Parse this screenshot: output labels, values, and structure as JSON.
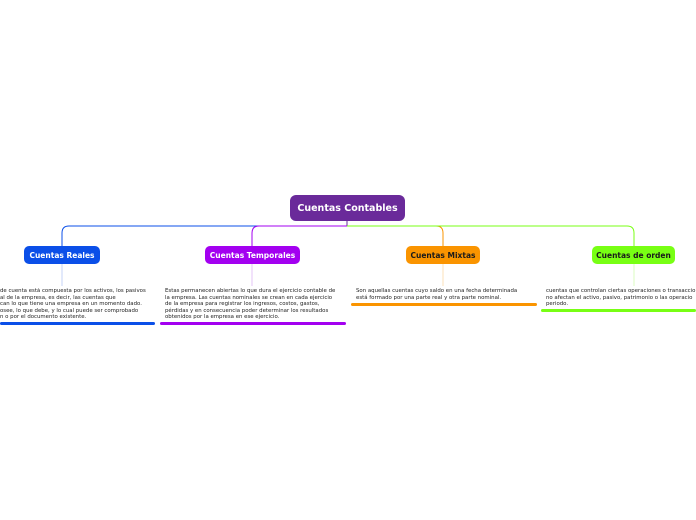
{
  "root": {
    "label": "Cuentas Contables",
    "color": "#6a2a9a"
  },
  "branches": [
    {
      "label": "Cuentas Reales",
      "color": "#0b4fe8",
      "text": [
        "de cuenta está compuesta por los activos, los pasivos",
        "al de la empresa, es decir, las cuentas que",
        "can lo que tiene una empresa en un momento dado.",
        "osee, lo que debe, y lo cual puede ser comprobado",
        "n o por el documento existente."
      ]
    },
    {
      "label": "Cuentas Temporales",
      "color": "#a300f0",
      "text": [
        "Estas permanecen abiertas lo que dura el ejercicio contable de",
        "la empresa. Las cuentas nominales se crean en cada ejercicio",
        "de la empresa para registrar los ingresos, costos, gastos,",
        "pérdidas y en consecuencia poder determinar los resultados",
        "obtenidos por la empresa en ese ejercicio."
      ]
    },
    {
      "label": "Cuentas Mixtas",
      "color": "#fa9400",
      "text": [
        "Son aquellas cuentas cuyo saldo en una fecha determinada",
        "está formado por una parte real y otra parte nominal."
      ]
    },
    {
      "label": "Cuentas de orden",
      "color": "#78ff14",
      "text": [
        "cuentas que controlan ciertas operaciones o transaccio",
        "no afectan el activo, pasivo, patrimonio o las operacio",
        "periodo."
      ]
    }
  ]
}
